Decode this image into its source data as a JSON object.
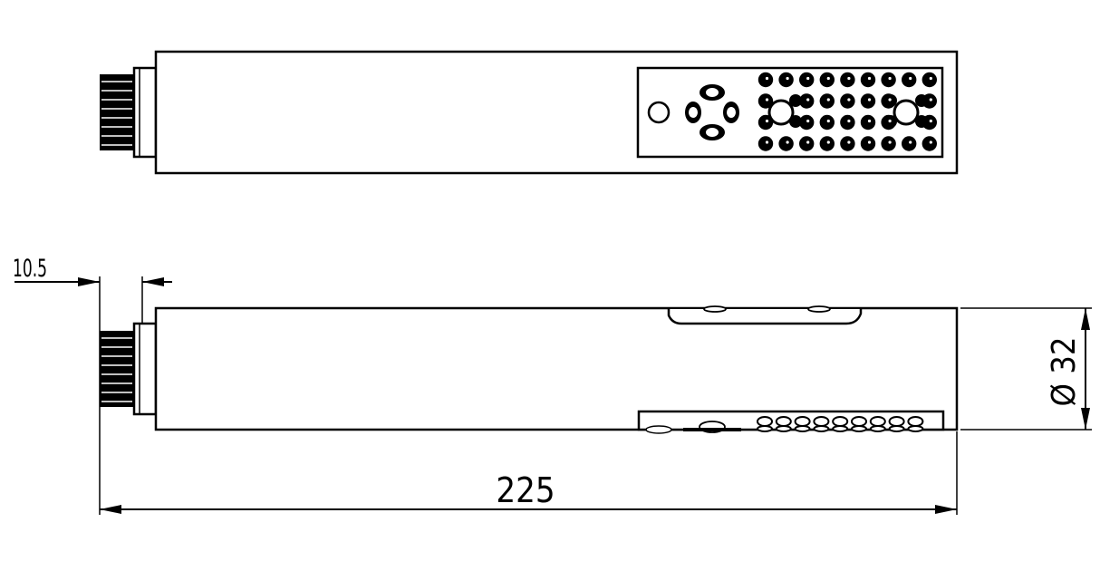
{
  "dimensions": {
    "thread_length": "10.5",
    "total_length": "225",
    "diameter": "Ø 32"
  },
  "colors": {
    "line": "#000000",
    "background": "#ffffff"
  },
  "views": [
    {
      "id": "top-view",
      "holes_rows": 4,
      "holes_cols": 9
    },
    {
      "id": "side-view",
      "holes_cols": 9
    }
  ]
}
